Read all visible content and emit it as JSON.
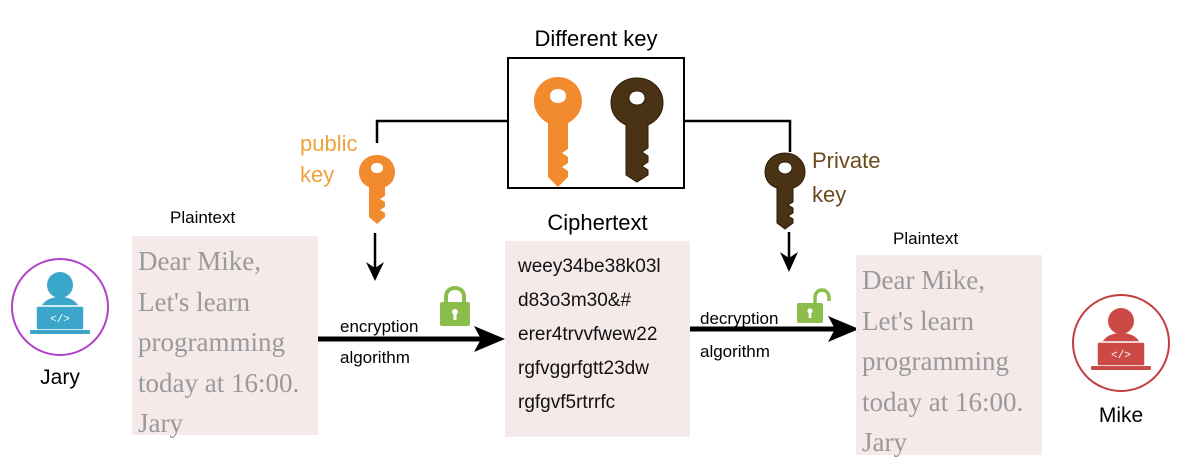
{
  "different_key": {
    "title": "Different key"
  },
  "public_key": {
    "label_line1": "public",
    "label_line2": "key",
    "color": "#f28a2e"
  },
  "private_key": {
    "label_line1": "Private",
    "label_line2": "key",
    "color": "#4a3214"
  },
  "sender": {
    "name": "Jary",
    "ring_color": "#b040c8",
    "icon_color": "#3aa6c9"
  },
  "receiver": {
    "name": "Mike",
    "ring_color": "#c43c3c",
    "icon_color": "#cc4a45"
  },
  "plaintext_left": {
    "heading": "Plaintext",
    "lines": [
      "Dear Mike,",
      "Let's learn",
      "programming",
      "today at 16:00.",
      "Jary"
    ]
  },
  "ciphertext": {
    "heading": "Ciphertext",
    "lines": [
      "weey34be38k03l",
      "d83o3m30&#",
      "erer4trvvfwew22",
      "rgfvggrfgtt23dw",
      "rgfgvf5rtrrfc"
    ]
  },
  "plaintext_right": {
    "heading": "Plaintext",
    "lines": [
      "Dear Mike,",
      "Let's learn",
      "programming",
      "today at 16:00.",
      "Jary"
    ]
  },
  "encryption": {
    "line1": "encryption",
    "line2": "algorithm"
  },
  "decryption": {
    "line1": "decryption",
    "line2": "algorithm"
  },
  "lock_color": "#8bbd4a"
}
